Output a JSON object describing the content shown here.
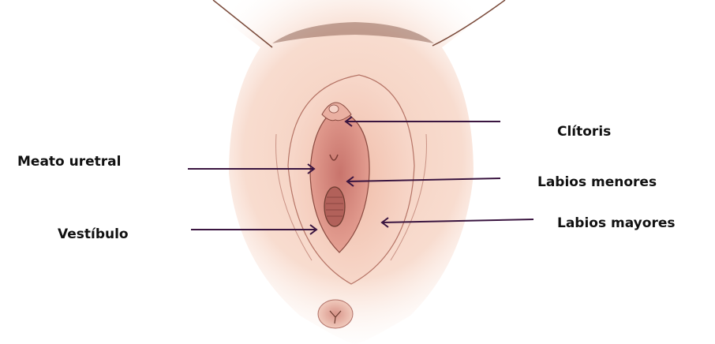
{
  "labels": {
    "clitoris": "Clítoris",
    "meato_uretral": "Meato uretral",
    "labios_menores": "Labios menores",
    "labios_mayores": "Labios mayores",
    "vestibulo": "Vestíbulo"
  },
  "colors": {
    "arrow": "#3a1540",
    "skin_light": "#fbe6dc",
    "skin_mid": "#f2c6b4",
    "skin_dark": "#d98e83",
    "outline": "#6b3a2e"
  }
}
